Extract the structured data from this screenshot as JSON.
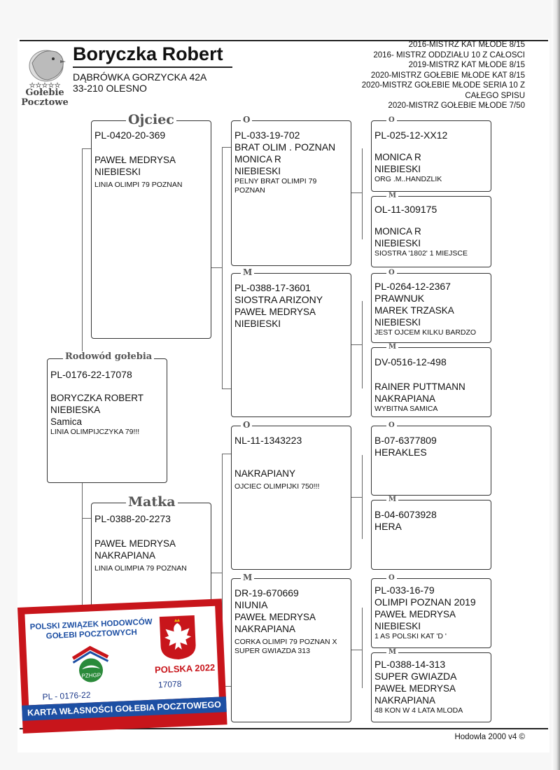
{
  "header": {
    "logo_text_1": "Gołebie",
    "logo_text_2": "Pocztowe",
    "owner_name": "Boryczka Robert",
    "address_line1": "DĄBRÓWKA GORZYCKA 42A",
    "address_line2": "33-210 OLESNO",
    "titles": [
      "2016-MISTRZ  KAT MŁODE 8/15",
      "2016- MISTRZ ODDZIAŁU 10 Z CAŁOSCI",
      "2019-MISTRZ  KAT MŁODE 8/15",
      "2020-MISTRZ GOŁEBIE MŁODE KAT 8/15",
      "2020-MISTRZ GOŁEBIE MŁODE SERIA 10 Z",
      "CAŁEGO SPISU",
      "2020-MISTRZ GOŁEBIE MŁODE 7/50"
    ]
  },
  "subject": {
    "tag": "Rodowód gołebia",
    "ring": "PL-0176-22-17078",
    "line1": "BORYCZKA ROBERT",
    "line2": "NIEBIESKA",
    "line3": "Samica",
    "note": "LINIA OLIMPIJCZYKA 79!!!"
  },
  "father": {
    "tag": "Ojciec",
    "ring": "PL-0420-20-369",
    "line1": "PAWEŁ MEDRYSA",
    "line2": "NIEBIESKI",
    "note": "LINIA OLIMPI 79 POZNAN"
  },
  "mother": {
    "tag": "Matka",
    "ring": "PL-0388-20-2273",
    "line1": "PAWEŁ MEDRYSA",
    "line2": "NAKRAPIANA",
    "note": "LINIA OLIMPIA 79 POZNAN"
  },
  "gen2": {
    "ff": {
      "tag": "O",
      "ring": "PL-033-19-702",
      "line1": "BRAT OLIM . POZNAN",
      "line2": "MONICA R",
      "line3": "NIEBIESKI",
      "note1": "PELNY BRAT OLIMPI 79",
      "note2": "POZNAN"
    },
    "fm": {
      "tag": "M",
      "ring": "PL-0388-17-3601",
      "line1": "SIOSTRA  ARIZONY",
      "line2": "PAWEŁ MEDRYSA",
      "line3": "NIEBIESKI"
    },
    "mf": {
      "tag": "O",
      "ring": "NL-11-1343223",
      "line1": "NAKRAPIANY",
      "note1": "OJCIEC OLIMPIJKI 750!!!"
    },
    "mm": {
      "tag": "M",
      "ring": "DR-19-670669",
      "line1": "NIUNIA",
      "line2": "PAWEŁ MEDRYSA",
      "line3": "NAKRAPIANA",
      "note1": "CORKA OLIMPI 79 POZNAN X",
      "note2": "SUPER GWIAZDA 313"
    }
  },
  "gen3": {
    "fff": {
      "tag": "O",
      "ring": "PL-025-12-XX12",
      "line1": "MONICA R",
      "line2": "NIEBIESKI",
      "note1": "ORG .M..HANDZLIK"
    },
    "ffm": {
      "tag": "M",
      "ring": "OL-11-309175",
      "line1": "MONICA R",
      "line2": "NIEBIESKI",
      "note1": "SIOSTRA  '1802' 1 MIEJSCE"
    },
    "fmf": {
      "tag": "O",
      "ring": "PL-0264-12-2367",
      "line1": "PRAWNUK",
      "line2": "MAREK TRZASKA",
      "line3": "NIEBIESKI",
      "note1": "JEST OJCEM KILKU BARDZO"
    },
    "fmm": {
      "tag": "M",
      "ring": "DV-0516-12-498",
      "line1": "RAINER PUTTMANN",
      "line2": "NAKRAPIANA",
      "note1": "WYBITNA SAMICA"
    },
    "mff": {
      "tag": "O",
      "ring": "B-07-6377809",
      "line1": "HERAKLES"
    },
    "mfm": {
      "tag": "M",
      "ring": "B-04-6073928",
      "line1": "HERA"
    },
    "mmf": {
      "tag": "O",
      "ring": "PL-033-16-79",
      "line1": "OLIMPI POZNAN 2019",
      "line2": "PAWEŁ MEDRYSA",
      "line3": "NIEBIESKI",
      "note1": "1 AS POLSKI KAT 'D '"
    },
    "mmm": {
      "tag": "M",
      "ring": "PL-0388-14-313",
      "line1": "SUPER GWIAZDA",
      "line2": "PAWEŁ MEDRYSA",
      "line3": "NAKRAPIANA",
      "note1": "48 KON W 4 LATA MLODA"
    }
  },
  "card": {
    "org_line1": "POLSKI ZWIĄZEK HODOWCÓW",
    "org_line2": "GOŁEBI POCZTOWYCH",
    "badge": "PZHGP",
    "country": "POLSKA 2022",
    "ring_prefix": "PL - 0176-22",
    "ring_number": "17078",
    "caption": "KARTA WŁASNOŚCI GOŁEBIA POCZTOWEGO",
    "colors": {
      "red": "#c8151b",
      "blue": "#1d4fa3"
    }
  },
  "footer": {
    "text": "Hodowla 2000 v4 ©"
  }
}
